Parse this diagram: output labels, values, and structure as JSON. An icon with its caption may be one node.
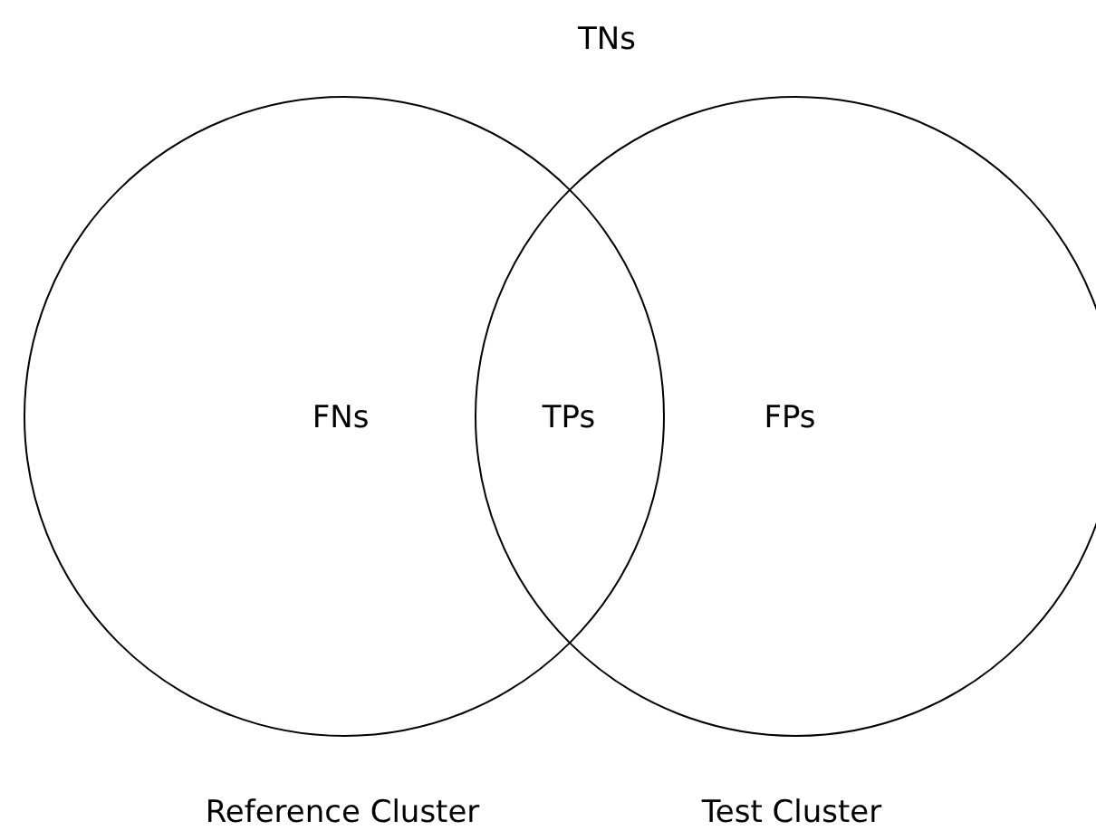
{
  "diagram": {
    "nodes": [
      {
        "text": [
          "FNs"
        ],
        "beside": [
          "Reference Cluster"
        ]
      },
      {
        "text": [
          "FPs"
        ],
        "beside": [
          "Test Cluster"
        ]
      }
    ],
    "labels": [
      "TNs",
      "TPs"
    ]
  }
}
